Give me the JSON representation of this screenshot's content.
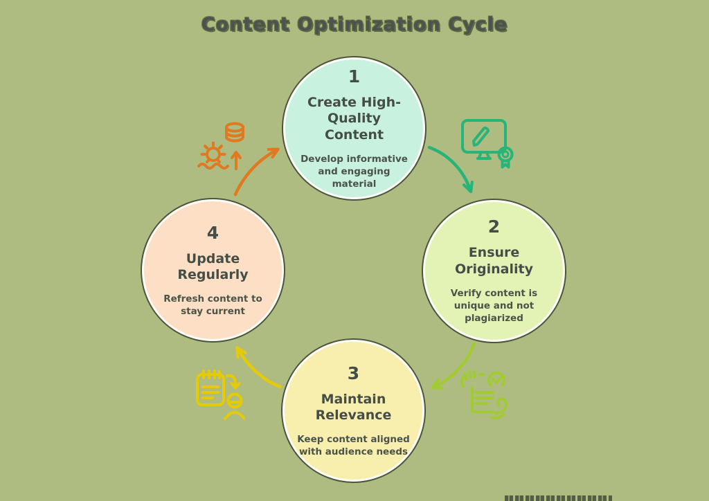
{
  "title": "Content Optimization Cycle",
  "canvas": {
    "background": "#afbc81",
    "title_color": "#4b5351"
  },
  "steps": [
    {
      "number": "1",
      "title": "Create High-Quality Content",
      "description": "Develop informative and engaging material",
      "color": "#c9f1e0",
      "position": "top"
    },
    {
      "number": "2",
      "title": "Ensure Originality",
      "description": "Verify content is unique and not plagiarized",
      "color": "#e3f3b6",
      "position": "right"
    },
    {
      "number": "3",
      "title": "Maintain Relevance",
      "description": "Keep content aligned with audience needs",
      "color": "#f8eeae",
      "position": "bottom"
    },
    {
      "number": "4",
      "title": "Update Regularly",
      "description": "Refresh content to stay current",
      "color": "#fcdfc5",
      "position": "left"
    }
  ],
  "icons": [
    {
      "name": "gear-database-upload-icon",
      "color": "#e0791f",
      "position": "upper-left"
    },
    {
      "name": "monitor-pen-award-icon",
      "color": "#27b479",
      "position": "upper-right"
    },
    {
      "name": "hands-document-check-icon",
      "color": "#a2cb33",
      "position": "lower-right"
    },
    {
      "name": "clipboard-user-assign-icon",
      "color": "#e5cb07",
      "position": "lower-left"
    }
  ],
  "arrows": [
    {
      "from": "1",
      "to": "2",
      "color": "#27b479"
    },
    {
      "from": "2",
      "to": "3",
      "color": "#a2cb33"
    },
    {
      "from": "3",
      "to": "4",
      "color": "#e5cb07"
    },
    {
      "from": "4",
      "to": "1",
      "color": "#e0791f"
    }
  ]
}
